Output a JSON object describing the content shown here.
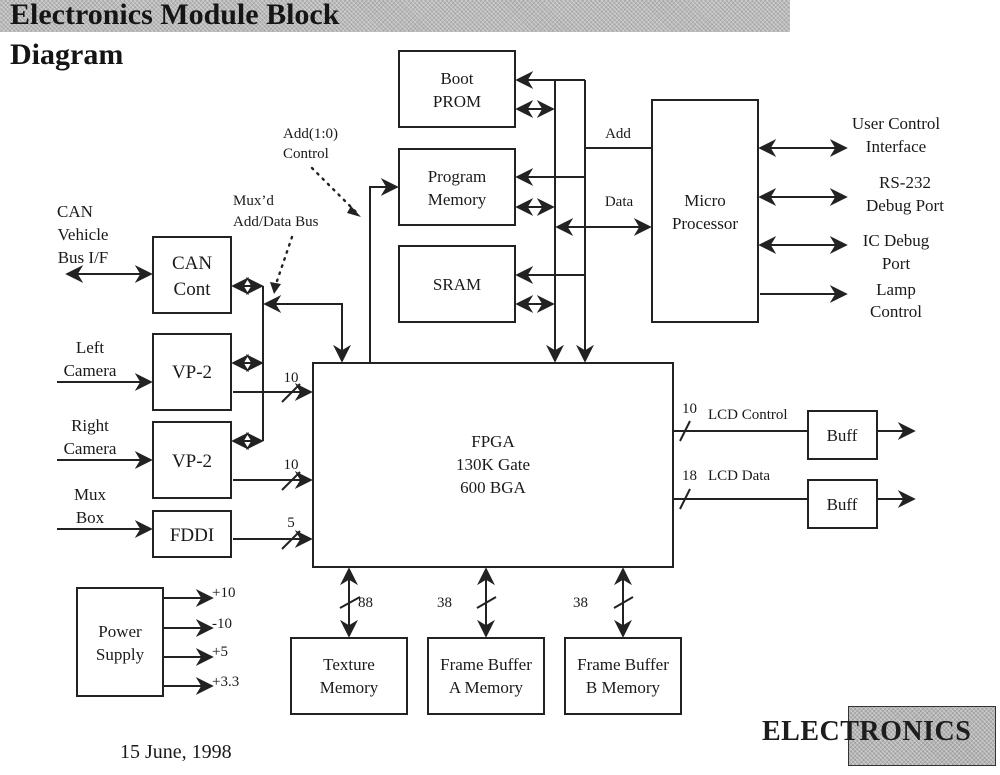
{
  "header": {
    "title_line1": "Electronics Module Block",
    "title_line2": "Diagram"
  },
  "blocks": {
    "boot_prom": [
      "Boot",
      "PROM"
    ],
    "program_memory": [
      "Program",
      "Memory"
    ],
    "sram": [
      "SRAM"
    ],
    "micro_processor": [
      "Micro",
      "Processor"
    ],
    "can_cont": [
      "CAN",
      "Cont"
    ],
    "vp2_left": [
      "VP-2"
    ],
    "vp2_right": [
      "VP-2"
    ],
    "fddi": [
      "FDDI"
    ],
    "fpga": [
      "FPGA",
      "130K Gate",
      "600 BGA"
    ],
    "buff_control": [
      "Buff"
    ],
    "buff_data": [
      "Buff"
    ],
    "power_supply": [
      "Power",
      "Supply"
    ],
    "texture_memory": [
      "Texture",
      "Memory"
    ],
    "frame_buffer_a": [
      "Frame Buffer",
      "A Memory"
    ],
    "frame_buffer_b": [
      "Frame Buffer",
      "B Memory"
    ]
  },
  "labels": {
    "add": "Add",
    "data": "Data",
    "add_control": [
      "Add(1:0)",
      "Control"
    ],
    "muxd_bus": [
      "Mux’d",
      "Add/Data Bus"
    ],
    "can_vehicle": [
      "CAN",
      "Vehicle",
      "Bus I/F"
    ],
    "left_camera": [
      "Left",
      "Camera"
    ],
    "right_camera": [
      "Right",
      "Camera"
    ],
    "mux_box": [
      "Mux",
      "Box"
    ],
    "user_control": [
      "User Control",
      "Interface"
    ],
    "rs232": [
      "RS-232",
      "Debug Port"
    ],
    "ic_debug": [
      "IC Debug",
      "Port"
    ],
    "lamp_control": [
      "Lamp",
      "Control"
    ],
    "lcd_control": "LCD Control",
    "lcd_data": "LCD Data"
  },
  "bus_widths": {
    "vp2_left": "10",
    "vp2_right": "10",
    "fddi": "5",
    "lcd_control": "10",
    "lcd_data": "18",
    "texture": "88",
    "frame_a": "38",
    "frame_b": "38"
  },
  "power_rails": [
    "+10",
    "-10",
    "+5",
    "+3.3"
  ],
  "footer": {
    "date": "15 June, 1998",
    "logo": "ELECTRONICS"
  }
}
